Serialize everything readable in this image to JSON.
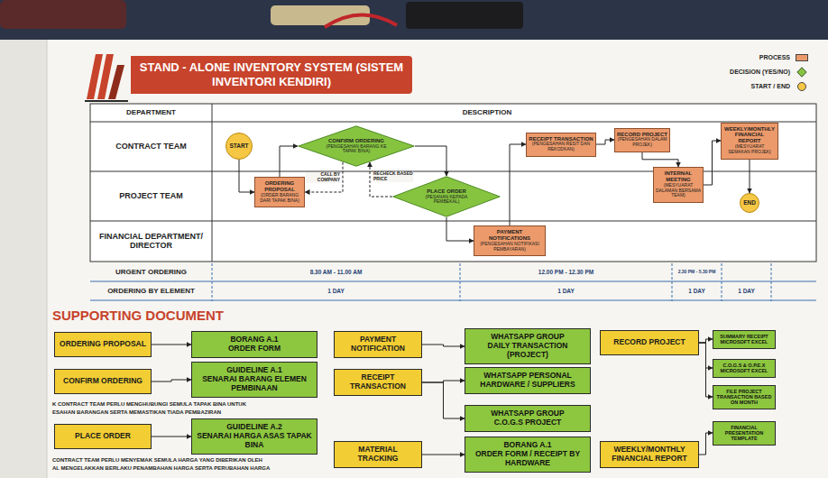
{
  "diagram": {
    "title": "STAND - ALONE INVENTORY SYSTEM (SISTEM INVENTORI KENDIRI)",
    "nodes": [
      {
        "text": [
          "START"
        ]
      },
      {
        "text": [
          "CONFIRM ORDERING",
          "(PENGESAHAN BARANG KE TAPAK BINA)"
        ]
      },
      {
        "text": [
          "ORDERING PROPOSAL",
          "(ORDER BARANG DARI TAPAK BINA)"
        ]
      },
      {
        "text": [
          "PLACE ORDER",
          "(PESANAN KEPADA PEMBEKAL)"
        ]
      },
      {
        "text": [
          "PAYMENT NOTIFICATIONS",
          "(PENGESAHAN NOTIFIKASI PEMBAYARAN)"
        ]
      },
      {
        "text": [
          "RECEIPT TRANSACTION",
          "(PENGESAHAN RESIT DAN REKODKAN)"
        ]
      },
      {
        "text": [
          "RECORD PROJECT",
          "(PENGESAHAN DALAM PROJEK)"
        ]
      },
      {
        "text": [
          "INTERNAL MEETING",
          "(MESYUARAT DALAMAN BERSAMA TEAM)"
        ]
      },
      {
        "text": [
          "WEEKLY/MONTHLY FINANCIAL REPORT",
          "(MESYUARAT SEMAKAN PROJEK)"
        ]
      },
      {
        "text": [
          "END"
        ]
      },
      {
        "text": [
          "ORDERING PROPOSAL"
        ]
      },
      {
        "text": [
          "BORANG A.1",
          "ORDER FORM"
        ]
      },
      {
        "text": [
          "PAYMENT NOTIFICATION"
        ]
      },
      {
        "text": [
          "WHATSAPP GROUP",
          "DAILY TRANSACTION (PROJECT)"
        ]
      },
      {
        "text": [
          "RECORD PROJECT"
        ]
      },
      {
        "text": [
          "SUMMARY RECEIPT",
          "MICROSOFT EXCEL"
        ]
      },
      {
        "text": [
          "CONFIRM ORDERING"
        ]
      },
      {
        "text": [
          "GUIDELINE A.1",
          "SENARAI BARANG ELEMEN PEMBINAAN"
        ]
      },
      {
        "text": [
          "RECEIPT TRANSACTION"
        ]
      },
      {
        "text": [
          "WHATSAPP PERSONAL",
          "HARDWARE / SUPPLIERS"
        ]
      },
      {
        "text": [
          "C.O.G.S & O.P.E.X",
          "MICROSOFT EXCEL"
        ]
      },
      {
        "text": [
          "FILE PROJECT TRANSACTION BASED ON MONTH"
        ]
      },
      {
        "text": [
          "WHATSAPP GROUP",
          "C.O.G.S PROJECT"
        ]
      },
      {
        "text": [
          "PLACE ORDER"
        ]
      },
      {
        "text": [
          "GUIDELINE A.2",
          "SENARAI HARGA ASAS TAPAK BINA"
        ]
      },
      {
        "text": [
          "FINANCIAL PRESENTATION TEMPLATE"
        ]
      },
      {
        "text": [
          "MATERIAL TRACKING"
        ]
      },
      {
        "text": [
          "BORANG A.1",
          "ORDER FORM / RECEIPT BY HARDWARE"
        ]
      },
      {
        "text": [
          "WEEKLY/MONTHLY FINANCIAL REPORT"
        ]
      }
    ],
    "edges": [
      {
        "from": 0,
        "to": 2,
        "arrow": "to"
      },
      {
        "from": 2,
        "to": 1,
        "arrow": "to"
      },
      {
        "from": 1,
        "to": 2,
        "label": "CALL BY COMPANY",
        "arrow": "to"
      },
      {
        "from": 1,
        "to": 3,
        "arrow": "to"
      },
      {
        "from": 3,
        "to": 1,
        "label": "RECHECK BASED PRICE",
        "arrow": "to"
      },
      {
        "from": 3,
        "to": 4,
        "arrow": "to"
      },
      {
        "from": 4,
        "to": 5,
        "arrow": "to"
      },
      {
        "from": 5,
        "to": 6,
        "arrow": "to"
      },
      {
        "from": 6,
        "to": 7,
        "arrow": "to"
      },
      {
        "from": 7,
        "to": 8,
        "arrow": "to"
      },
      {
        "from": 8,
        "to": 9,
        "arrow": "to"
      },
      {
        "from": 10,
        "to": 11,
        "arrow": "to"
      },
      {
        "from": 12,
        "to": 13,
        "arrow": "to"
      },
      {
        "from": 14,
        "to": 15,
        "arrow": "to"
      },
      {
        "from": 14,
        "to": 20,
        "arrow": "to"
      },
      {
        "from": 14,
        "to": 21,
        "arrow": "to"
      },
      {
        "from": 16,
        "to": 17,
        "arrow": "to"
      },
      {
        "from": 18,
        "to": 19,
        "arrow": "to"
      },
      {
        "from": 18,
        "to": 22,
        "arrow": "to"
      },
      {
        "from": 23,
        "to": 24,
        "arrow": "to"
      },
      {
        "from": 28,
        "to": 25,
        "arrow": "to"
      },
      {
        "from": 26,
        "to": 27,
        "arrow": "to"
      }
    ],
    "labels": [
      "DEPARTMENT",
      "DESCRIPTION",
      "CONTRACT TEAM",
      "PROJECT TEAM",
      "FINANCIAL DEPARTMENT/ DIRECTOR",
      "URGENT ORDERING",
      "8.30 AM - 11.00 AM",
      "12.00 PM - 12.30 PM",
      "2.30 PM - 5.30 PM",
      "ORDERING BY ELEMENT",
      "1 DAY",
      "1 DAY",
      "1 DAY",
      "1 DAY",
      "SUPPORTING DOCUMENT",
      "K CONTRACT TEAM PERLU MENGHUBUNGI SEMULA TAPAK BINA UNTUK",
      "ESAHAN BARANGAN SERTA MEMASTIKAN TIADA PEMBAZIRAN",
      "CONTRACT TEAM PERLU MENYEMAK SEMULA HARGA YANG DIBERIKAN OLEH",
      "AL MENGELAKKAN BERLAKU PENAMBAHAN HARGA SERTA PERUBAHAN HARGA"
    ],
    "legend": [
      {
        "text": "PROCESS",
        "color": "#ec9a6b"
      },
      {
        "text": "DECISION (YES/NO)",
        "color": "#86c440"
      },
      {
        "text": "START / END",
        "color": "#f6c744"
      }
    ]
  }
}
